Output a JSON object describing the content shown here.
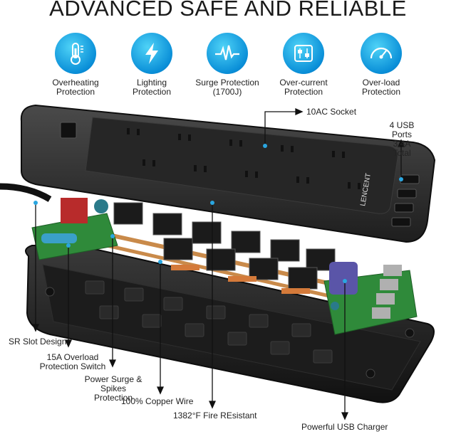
{
  "title": "ADVANCED SAFE AND RELIABLE",
  "features": [
    {
      "icon": "thermometer-icon",
      "line1": "Overheating",
      "line2": "Protection"
    },
    {
      "icon": "lightning-icon",
      "line1": "Lighting",
      "line2": "Protection"
    },
    {
      "icon": "pulse-icon",
      "line1": "Surge Protection",
      "line2": "(1700J)"
    },
    {
      "icon": "switch-icon",
      "line1": "Over-current",
      "line2": "Protection"
    },
    {
      "icon": "gauge-icon",
      "line1": "Over-load",
      "line2": "Protection"
    }
  ],
  "callouts": {
    "ac_socket": "10AC Socket",
    "usb_ports_1": "4 USB Ports",
    "usb_ports_2": "3.4A Total",
    "sr_slot": "SR Slot Design",
    "overload_1": "15A Overload",
    "overload_2": "Protection Switch",
    "surge_1": "Power Surge &",
    "surge_2": "Spikes Protection",
    "copper": "100% Copper Wire",
    "fire": "1382°F Fire REsistant",
    "usb_charger": "Powerful USB Charger"
  },
  "brand": "LENCENT",
  "colors": {
    "accent": "#0a8fd8",
    "body": "#2b2b2b",
    "pcb": "#2f8a3a",
    "copper": "#c98a4a"
  }
}
